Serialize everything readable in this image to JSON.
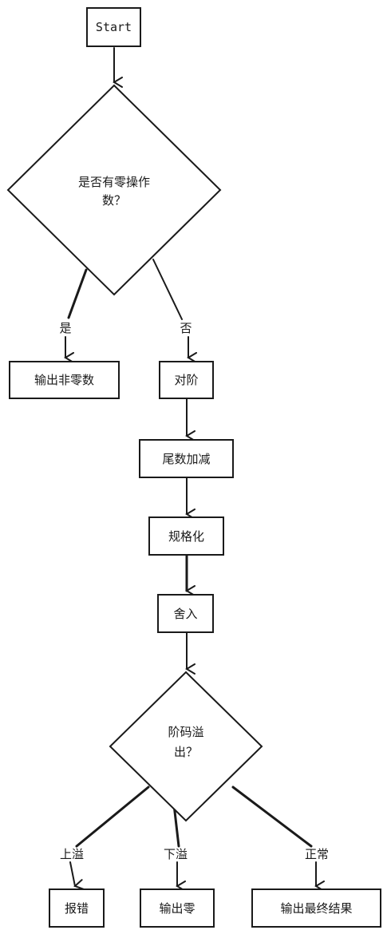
{
  "nodes": {
    "start": "Start",
    "decision_zero_line1": "是否有零操作",
    "decision_zero_line2": "数？",
    "output_nonzero": "输出非零数",
    "align_exponent": "对阶",
    "mantissa_addsub": "尾数加减",
    "normalize": "规格化",
    "rounding": "舍入",
    "decision_overflow_line1": "阶码溢",
    "decision_overflow_line2": "出？",
    "report_error": "报错",
    "output_zero": "输出零",
    "output_final": "输出最终结果"
  },
  "edges": {
    "yes": "是",
    "no": "否",
    "overflow": "上溢",
    "underflow": "下溢",
    "normal": "正常"
  }
}
